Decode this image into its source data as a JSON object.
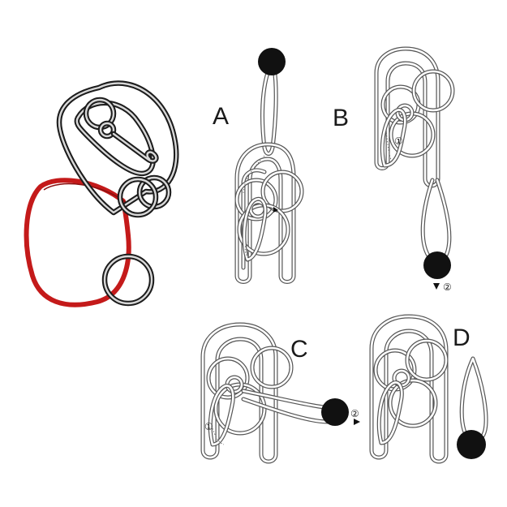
{
  "steps": [
    {
      "letter": "A"
    },
    {
      "letter": "B",
      "markers": [
        "①",
        "②"
      ]
    },
    {
      "letter": "C",
      "markers": [
        "①",
        "②"
      ]
    },
    {
      "letter": "D"
    }
  ],
  "colors": {
    "cord": "#c41a1a",
    "ball": "#111111",
    "outline": "#555555",
    "metal": "#1c1c1c"
  },
  "icons": [
    "wire-puzzle-photo",
    "ball-on-loop",
    "arrow-marker"
  ]
}
